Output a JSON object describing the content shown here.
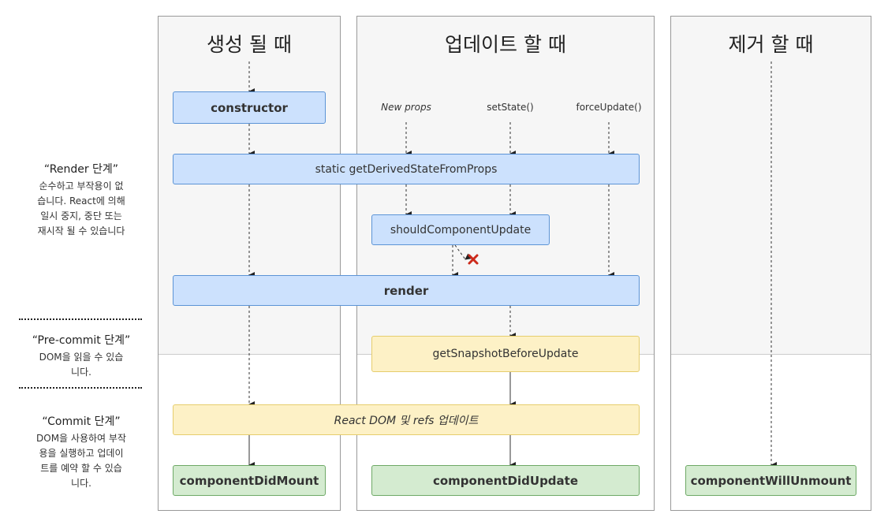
{
  "columns": {
    "mount": {
      "title": "생성 될 때"
    },
    "update": {
      "title": "업데이트 할 때"
    },
    "unmount": {
      "title": "제거 할 때"
    }
  },
  "triggers": {
    "new_props": "New props",
    "set_state": "setState()",
    "force_update": "forceUpdate()"
  },
  "methods": {
    "constructor": "constructor",
    "gdsfp": "static getDerivedStateFromProps",
    "scu": "shouldComponentUpdate",
    "render": "render",
    "snapshot": "getSnapshotBeforeUpdate",
    "react_dom": "React DOM 및 refs 업데이트",
    "did_mount": "componentDidMount",
    "did_update": "componentDidUpdate",
    "will_unmount": "componentWillUnmount"
  },
  "stages": {
    "render": {
      "head": "“Render 단계”",
      "desc": [
        "순수하고 부작용이 없",
        "습니다. React에 의해",
        "일시 중지, 중단 또는",
        "재시작 될 수 있습니다"
      ]
    },
    "precommit": {
      "head": "“Pre-commit 단계”",
      "desc": [
        "DOM을 읽을 수 있습",
        "니다."
      ]
    },
    "commit": {
      "head": "“Commit 단계”",
      "desc": [
        "DOM을 사용하여 부작",
        "용을 실행하고 업데이",
        "트를 예약 할 수 있습",
        "니다."
      ]
    }
  },
  "icons": {
    "cancel": "x-mark-icon"
  },
  "colors": {
    "render_phase": "#cce1fd",
    "precommit_phase": "#fdf1c6",
    "commit_phase": "#d4ebd0",
    "cancel": "#cc2a1b"
  }
}
